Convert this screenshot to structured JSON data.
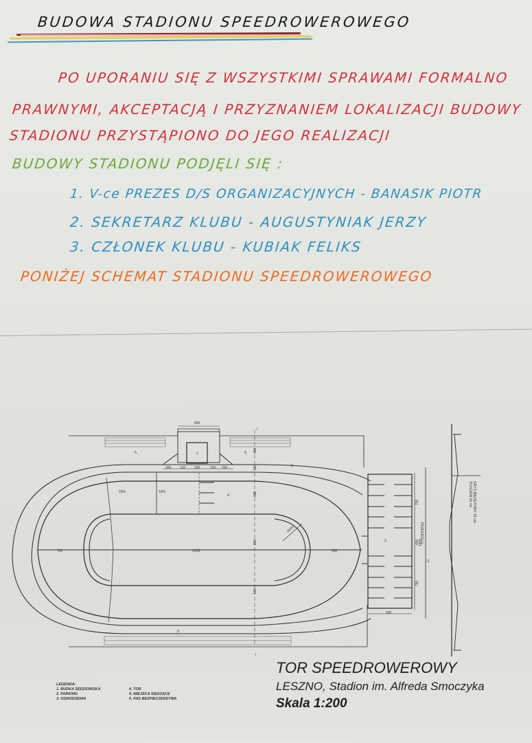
{
  "header": {
    "title": "BUDOWA  STADIONU  SPEEDROWEROWEGO",
    "underline_colors": [
      "#8b2a2e",
      "#f2b8b0",
      "#d9d45a",
      "#4a8fc4"
    ]
  },
  "intro": {
    "lines": [
      "PO UPORANIU SIĘ Z WSZYSTKIMI SPRAWAMI FORMALNO",
      "PRAWNYMI, AKCEPTACJĄ I PRZYZNANIEM LOKALIZACJI BUDOWY",
      "STADIONU  PRZYSTĄPIONO DO JEGO REALIZACJI"
    ],
    "color": "#d2323a"
  },
  "builders": {
    "heading": "BUDOWY  STADIONU  PODJĘLI SIĘ :",
    "heading_color": "#6aa83a",
    "items": [
      "1. V-ce PREZES D/S ORGANIZACYJNYCH - BANASIK  PIOTR",
      "2. SEKRETARZ  KLUBU   - AUGUSTYNIAK  JERZY",
      "3. CZŁONEK  KLUBU   -  KUBIAK  FELIKS"
    ],
    "item_color": "#2f8fc0"
  },
  "schema_intro": {
    "text": "PONIŻEJ  SCHEMAT  STADIONU  SPEEDROWEROWEGO",
    "color": "#ee6a1f"
  },
  "plan": {
    "dimensions": {
      "booth_width": "600",
      "booth_depth_top": "150",
      "booth_depth_side": "150",
      "bottom_row": [
        "200",
        "150",
        "300",
        "150",
        "200"
      ],
      "stand_depth": "400",
      "safety_strip": "100",
      "infield_upper": "600",
      "infield_center": "800",
      "infield_lower": "600",
      "straight_length": "3239",
      "left_runout": "700",
      "right_runout": "500",
      "inner_radius": "R400",
      "parking_upper": "750",
      "parking_gap": "400",
      "parking_total": "1800",
      "parking_lower": "750",
      "parking_width": "600",
      "gradient_outer": "23%",
      "gradient_inner": "10%"
    },
    "labels": {
      "booth": "1.",
      "parking": "2.",
      "fence": "3.",
      "track": "4.",
      "seats_top_left": "5.",
      "seats_top_right": "5.",
      "seats_bottom": "5.",
      "safety_belt": "6."
    },
    "profile": {
      "title": "PRZEKRÓJ  II",
      "note_line1": "GRYS BAZALTOWY 15 cm",
      "note_line2": "TŁUCZEŃ  15 cm"
    },
    "section_marker": "I"
  },
  "legend": {
    "heading": "LEGENDA:",
    "items": [
      "1. BUDKA SĘDZIOWSKA",
      "2. PARKING",
      "3. OGRODZENIA",
      "4. TOR",
      "5. MIEJSCA SIEDZĄCE",
      "6. PAS BEZPIECZEŃSTWA"
    ]
  },
  "caption": {
    "title": "TOR SPEEDROWEROWY",
    "location": "LESZNO, Stadion im. Alfreda Smoczyka",
    "scale": "Skala 1:200"
  }
}
